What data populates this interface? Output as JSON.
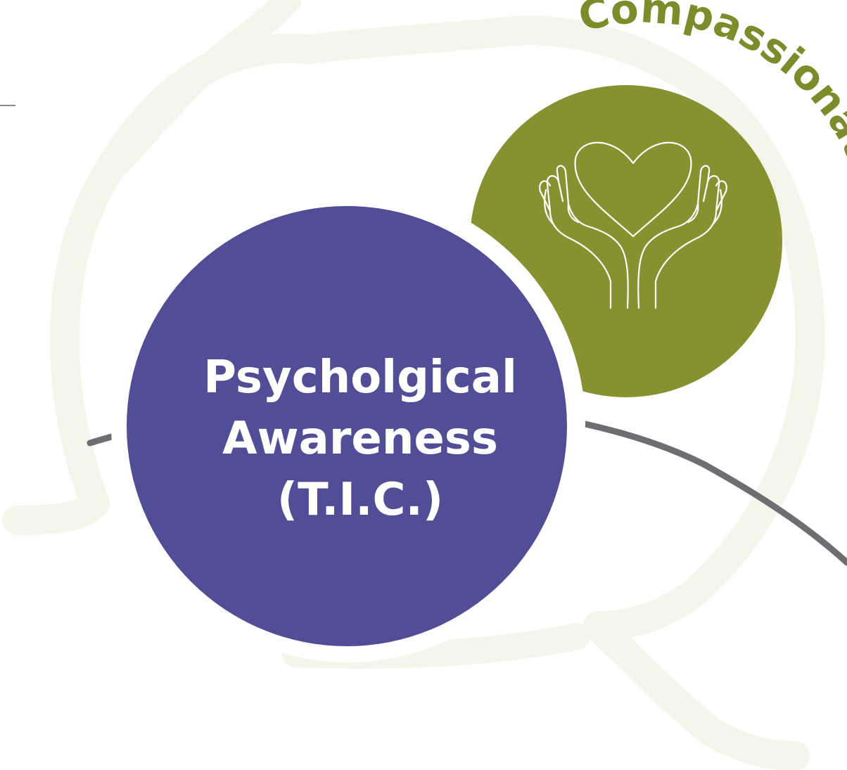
{
  "diagram": {
    "main_node": {
      "lines": [
        "Psycholgical",
        "Awareness",
        "(T.I.C.)"
      ],
      "color": "#524d97",
      "text_color": "#ffffff"
    },
    "secondary_node": {
      "label": "Compassionate",
      "icon": "hands-holding-heart-icon",
      "color": "#88912f",
      "label_color": "#7d8b2a"
    },
    "connector_color": "#6e6e72",
    "background_shape_color": "#f4f6ec"
  }
}
